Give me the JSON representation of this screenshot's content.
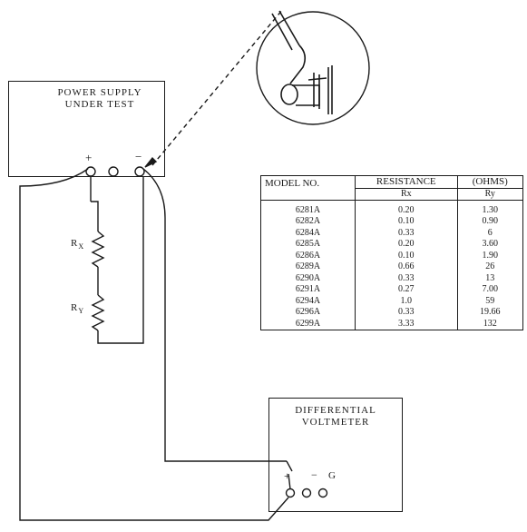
{
  "power_supply": {
    "line1": "POWER SUPPLY",
    "line2": "UNDER TEST"
  },
  "voltmeter": {
    "line1": "DIFFERENTIAL",
    "line2": "VOLTMETER"
  },
  "terminals": {
    "plus": "+",
    "minus": "−",
    "ground": "G"
  },
  "resistors": {
    "rx": "R",
    "rx_sub": "X",
    "ry": "R",
    "ry_sub": "Y"
  },
  "table": {
    "header_model": "MODEL NO.",
    "header_resistance": "RESISTANCE",
    "header_ohms": "(OHMS)",
    "sub_rx": "Rx",
    "sub_ry": "Ry",
    "rows": [
      {
        "model": "6281A",
        "rx": "0.20",
        "ry": "1.30"
      },
      {
        "model": "6282A",
        "rx": "0.10",
        "ry": "0.90"
      },
      {
        "model": "6284A",
        "rx": "0.33",
        "ry": "6"
      },
      {
        "model": "6285A",
        "rx": "0.20",
        "ry": "3.60"
      },
      {
        "model": "6286A",
        "rx": "0.10",
        "ry": "1.90"
      },
      {
        "model": "6289A",
        "rx": "0.66",
        "ry": "26"
      },
      {
        "model": "6290A",
        "rx": "0.33",
        "ry": "13"
      },
      {
        "model": "6291A",
        "rx": "0.27",
        "ry": "7.00"
      },
      {
        "model": "6294A",
        "rx": "1.0",
        "ry": "59"
      },
      {
        "model": "6296A",
        "rx": "0.33",
        "ry": "19.66"
      },
      {
        "model": "6299A",
        "rx": "3.33",
        "ry": "132"
      }
    ]
  }
}
